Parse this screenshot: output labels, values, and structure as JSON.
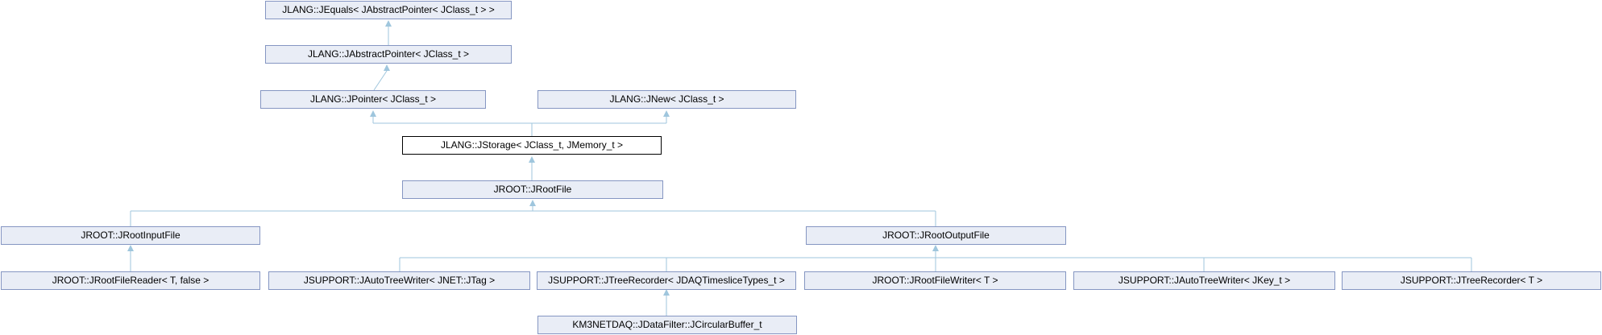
{
  "diagram": {
    "kind": "class-inheritance-graph",
    "colors": {
      "node_fill": "#E9EDF6",
      "node_border": "#8596C2",
      "highlight_node_fill": "#FFFFFF",
      "highlight_node_border": "#000000",
      "edge": "#9FC6DD",
      "text": "#000000",
      "background": "#FFFFFF"
    },
    "nodes": [
      {
        "id": "jequals",
        "label": "JLANG::JEquals< JAbstractPointer< JClass_t > >"
      },
      {
        "id": "jabstractpointer",
        "label": "JLANG::JAbstractPointer< JClass_t >"
      },
      {
        "id": "jpointer",
        "label": "JLANG::JPointer< JClass_t >"
      },
      {
        "id": "jnew",
        "label": "JLANG::JNew< JClass_t >"
      },
      {
        "id": "jstorage",
        "label": "JLANG::JStorage< JClass_t, JMemory_t >",
        "highlighted": true
      },
      {
        "id": "jrootfile",
        "label": "JROOT::JRootFile"
      },
      {
        "id": "jrootinputfile",
        "label": "JROOT::JRootInputFile"
      },
      {
        "id": "jrootoutputfile",
        "label": "JROOT::JRootOutputFile"
      },
      {
        "id": "jrootfilereader",
        "label": "JROOT::JRootFileReader< T, false >"
      },
      {
        "id": "jautotreewriter-jtag",
        "label": "JSUPPORT::JAutoTreeWriter< JNET::JTag >"
      },
      {
        "id": "jtreerecorder-jdaq",
        "label": "JSUPPORT::JTreeRecorder< JDAQTimesliceTypes_t >"
      },
      {
        "id": "jrootfilewriter",
        "label": "JROOT::JRootFileWriter< T >"
      },
      {
        "id": "jautotreewriter-jkey",
        "label": "JSUPPORT::JAutoTreeWriter< JKey_t >"
      },
      {
        "id": "jtreerecorder-t",
        "label": "JSUPPORT::JTreeRecorder< T >"
      },
      {
        "id": "jcircularbuffer",
        "label": "KM3NETDAQ::JDataFilter::JCircularBuffer_t"
      }
    ]
  }
}
